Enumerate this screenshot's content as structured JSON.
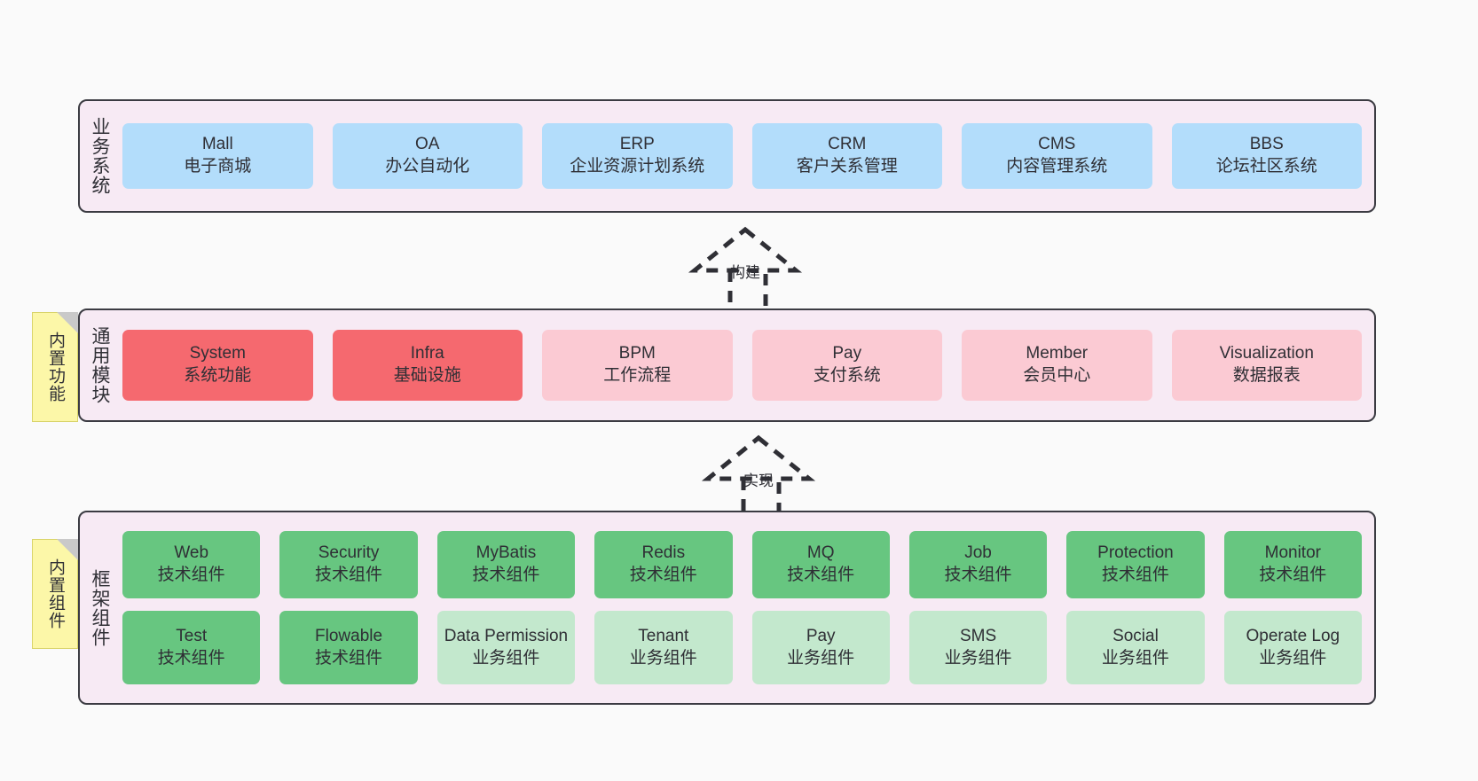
{
  "diagram": {
    "title_note_common": "内置功能",
    "title_note_frame": "内置组件",
    "colors": {
      "page_background": "#fafafa",
      "panel_background": "#f7eaf4",
      "panel_border": "#3b3b42",
      "business_box": "#b3ddfb",
      "common_primary_box": "#f5696f",
      "common_secondary_box": "#fbcad3",
      "tech_component_box": "#67c680",
      "business_component_box": "#c3e8cd",
      "note_background": "#fcf7a8"
    }
  },
  "layers": {
    "business": {
      "label": "业务系统",
      "items": [
        {
          "name": "Mall",
          "desc": "电子商城"
        },
        {
          "name": "OA",
          "desc": "办公自动化"
        },
        {
          "name": "ERP",
          "desc": "企业资源计划系统"
        },
        {
          "name": "CRM",
          "desc": "客户关系管理"
        },
        {
          "name": "CMS",
          "desc": "内容管理系统"
        },
        {
          "name": "BBS",
          "desc": "论坛社区系统"
        }
      ]
    },
    "common": {
      "label": "通用模块",
      "items": [
        {
          "name": "System",
          "desc": "系统功能",
          "tone": "primary"
        },
        {
          "name": "Infra",
          "desc": "基础设施",
          "tone": "primary"
        },
        {
          "name": "BPM",
          "desc": "工作流程",
          "tone": "secondary"
        },
        {
          "name": "Pay",
          "desc": "支付系统",
          "tone": "secondary"
        },
        {
          "name": "Member",
          "desc": "会员中心",
          "tone": "secondary"
        },
        {
          "name": "Visualization",
          "desc": "数据报表",
          "tone": "secondary"
        }
      ]
    },
    "framework": {
      "label": "框架组件",
      "row1": [
        {
          "name": "Web",
          "desc": "技术组件"
        },
        {
          "name": "Security",
          "desc": "技术组件"
        },
        {
          "name": "MyBatis",
          "desc": "技术组件"
        },
        {
          "name": "Redis",
          "desc": "技术组件"
        },
        {
          "name": "MQ",
          "desc": "技术组件"
        },
        {
          "name": "Job",
          "desc": "技术组件"
        },
        {
          "name": "Protection",
          "desc": "技术组件"
        },
        {
          "name": "Monitor",
          "desc": "技术组件"
        }
      ],
      "row2": [
        {
          "name": "Test",
          "desc": "技术组件",
          "tone": "tech"
        },
        {
          "name": "Flowable",
          "desc": "技术组件",
          "tone": "tech"
        },
        {
          "name": "Data Permission",
          "desc": "业务组件",
          "tone": "business"
        },
        {
          "name": "Tenant",
          "desc": "业务组件",
          "tone": "business"
        },
        {
          "name": "Pay",
          "desc": "业务组件",
          "tone": "business"
        },
        {
          "name": "SMS",
          "desc": "业务组件",
          "tone": "business"
        },
        {
          "name": "Social",
          "desc": "业务组件",
          "tone": "business"
        },
        {
          "name": "Operate Log",
          "desc": "业务组件",
          "tone": "business"
        }
      ]
    }
  },
  "connectors": [
    {
      "id": "build",
      "label": "构建"
    },
    {
      "id": "impl",
      "label": "实现"
    }
  ]
}
